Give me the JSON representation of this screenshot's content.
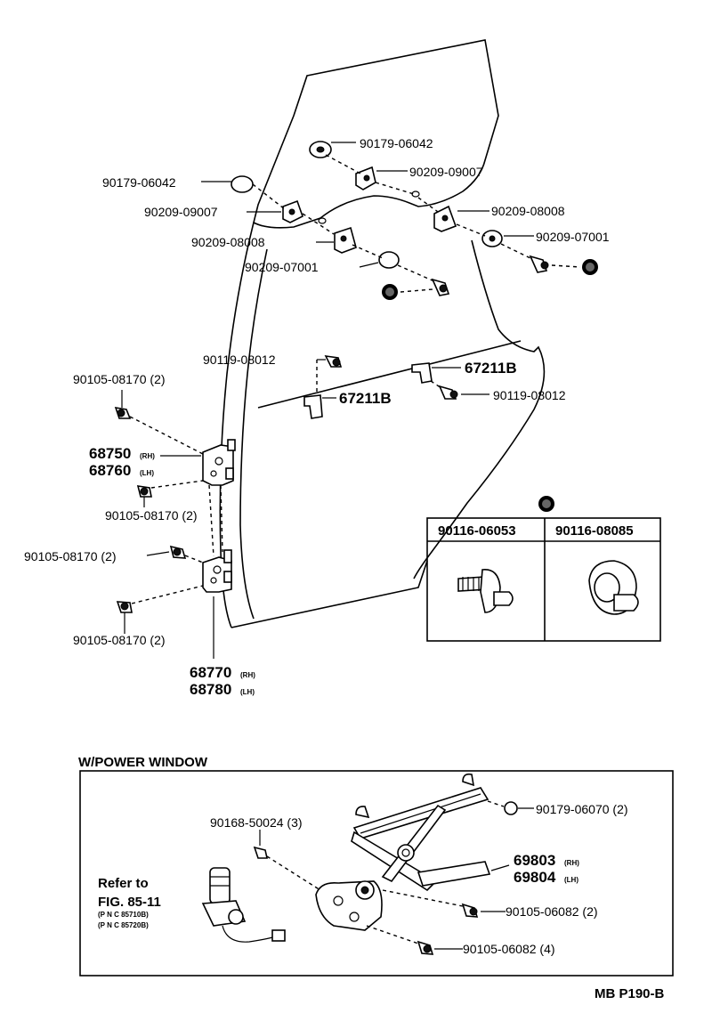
{
  "upper": {
    "labels": {
      "p_90179_06042_top": "90179-06042",
      "p_90209_09007_top": "90209-09007",
      "p_90179_06042_left": "90179-06042",
      "p_90209_09007_left": "90209-09007",
      "p_90209_08008_right": "90209-08008",
      "p_90209_08008_left": "90209-08008",
      "p_90209_07001_right": "90209-07001",
      "p_90209_07001_left": "90209-07001",
      "p_90119_08012_top": "90119-08012",
      "p_67211b_right": "67211B",
      "p_67211b_left": "67211B",
      "p_90119_08012_right": "90119-08012",
      "p_90105_08170_a": "90105-08170 (2)",
      "p_68750": "68750",
      "p_68750_side": "(RH)",
      "p_68760": "68760",
      "p_68760_side": "(LH)",
      "p_90105_08170_b": "90105-08170 (2)",
      "p_90105_08170_c": "90105-08170 (2)",
      "p_90105_08170_d": "90105-08170 (2)",
      "p_68770": "68770",
      "p_68770_side": "(RH)",
      "p_68780": "68780",
      "p_68780_side": "(LH)"
    },
    "table": {
      "col1": "90116-06053",
      "col2": "90116-08085"
    }
  },
  "power_window": {
    "title": "W/POWER WINDOW",
    "labels": {
      "p_90168_50024": "90168-50024 (3)",
      "p_90179_06070": "90179-06070 (2)",
      "p_69803": "69803",
      "p_69803_side": "(RH)",
      "p_69804": "69804",
      "p_69804_side": "(LH)",
      "p_90105_06082_a": "90105-06082 (2)",
      "p_90105_06082_b": "90105-06082 (4)",
      "refer_line1": "Refer to",
      "refer_line2": "FIG. 85-11",
      "pnc_line1": "(P N C 85710B)",
      "pnc_line2": "(P N C 85720B)"
    }
  },
  "footer": {
    "code": "MB P190-B"
  }
}
